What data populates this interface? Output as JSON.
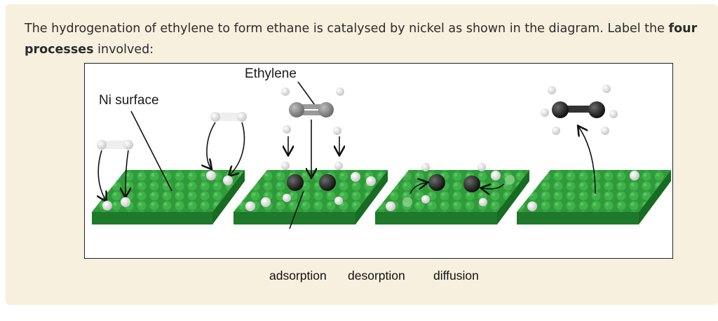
{
  "question": {
    "text_before": "The hydrogenation of ethylene to form ethane is catalysed by nickel as shown in the diagram. Label the ",
    "bold": "four processes",
    "text_after": " involved:"
  },
  "diagram": {
    "label_ni_surface": "Ni surface",
    "label_ethylene": "Ethylene"
  },
  "options": [
    "adsorption",
    "desorption",
    "diffusion"
  ],
  "colors": {
    "card_bg": "#f7f0de",
    "surface_green": "#2f9a3a",
    "surface_dark": "#1e7a2a",
    "hydrogen": "#ffffff",
    "carbon": "#2a2a2a",
    "ethylene_carbon": "#8a8a8a"
  },
  "icons": [
    "nickel-surface-panel",
    "hydrogen-atom",
    "carbon-atom",
    "curved-arrow"
  ]
}
